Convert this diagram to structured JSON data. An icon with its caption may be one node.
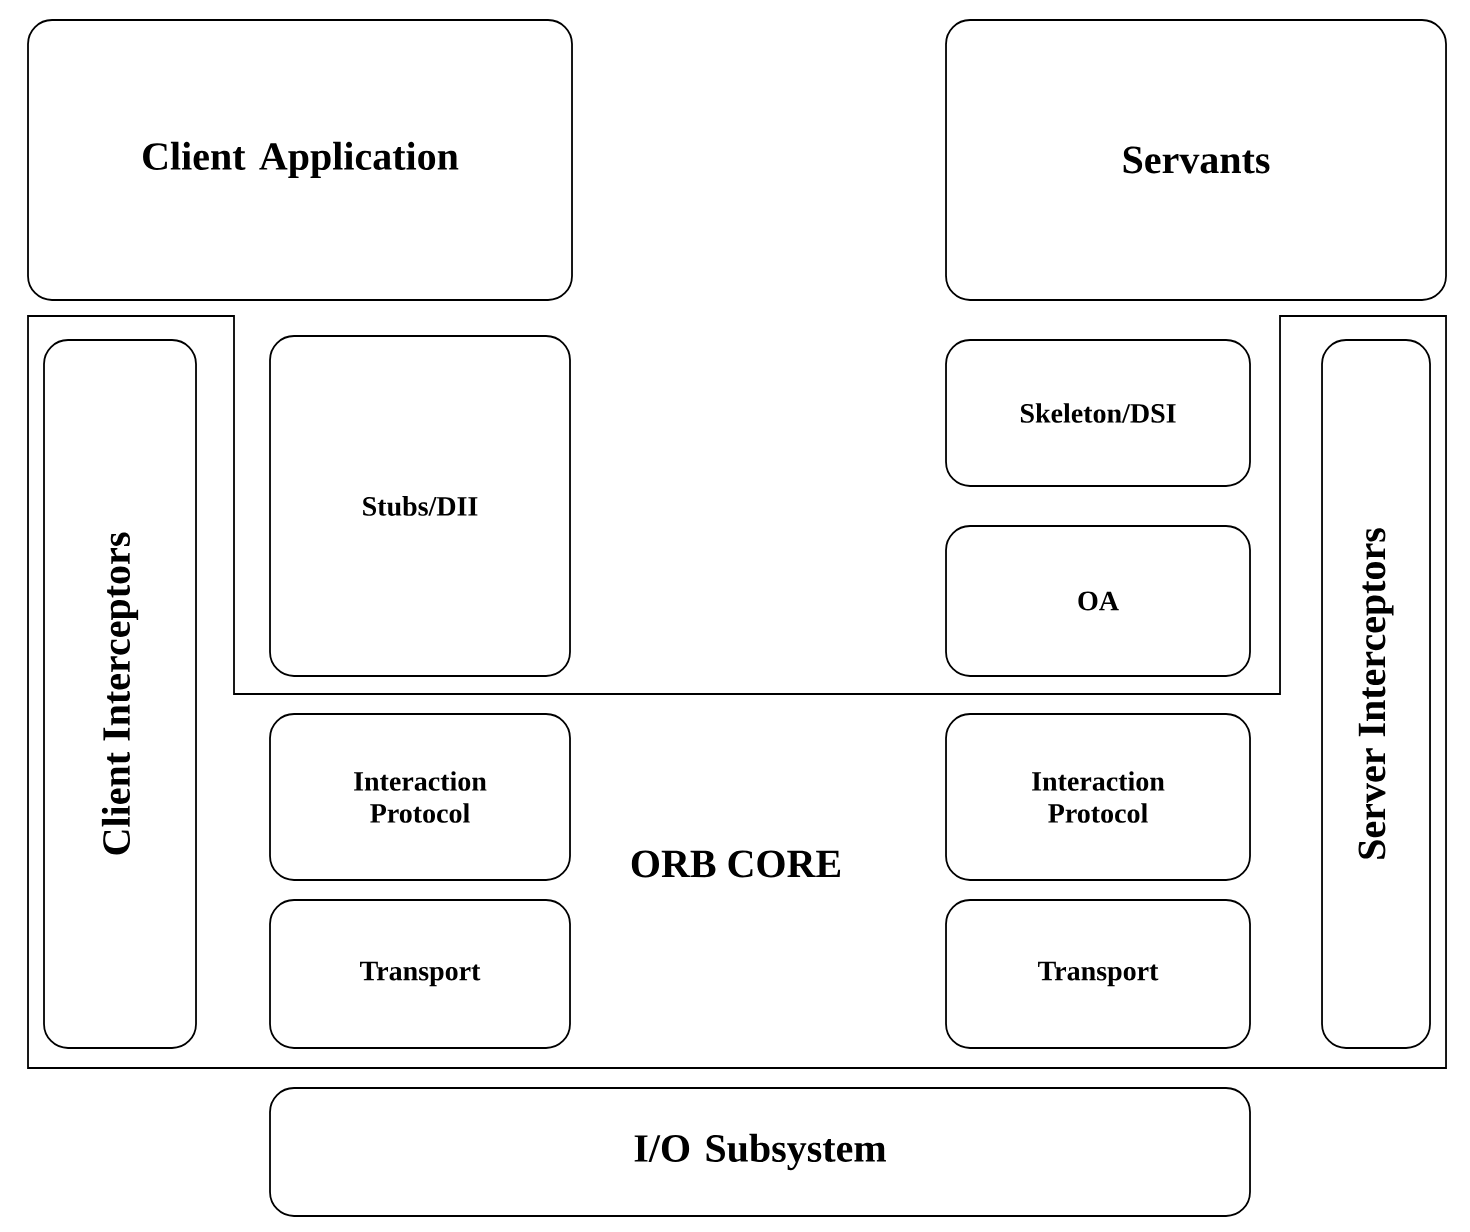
{
  "diagram": {
    "nodes": [
      {
        "text": [
          "Client Application"
        ]
      },
      {
        "text": [
          "Servants"
        ]
      },
      {
        "text": [
          "ORB CORE"
        ]
      },
      {
        "text": [
          "Client Interceptors"
        ],
        "in": 2
      },
      {
        "text": [
          "Stubs/DII"
        ]
      },
      {
        "text": [
          "Skeleton/DSI"
        ]
      },
      {
        "text": [
          "OA"
        ]
      },
      {
        "text": [
          "Server Interceptors"
        ],
        "in": 2
      },
      {
        "text": [
          "Interaction Protocol"
        ],
        "in": 2
      },
      {
        "text": [
          "Interaction Protocol"
        ],
        "in": 2
      },
      {
        "text": [
          "Transport"
        ],
        "in": 2
      },
      {
        "text": [
          "Transport"
        ],
        "in": 2
      },
      {
        "text": [
          "I/O Subsystem"
        ]
      }
    ]
  }
}
